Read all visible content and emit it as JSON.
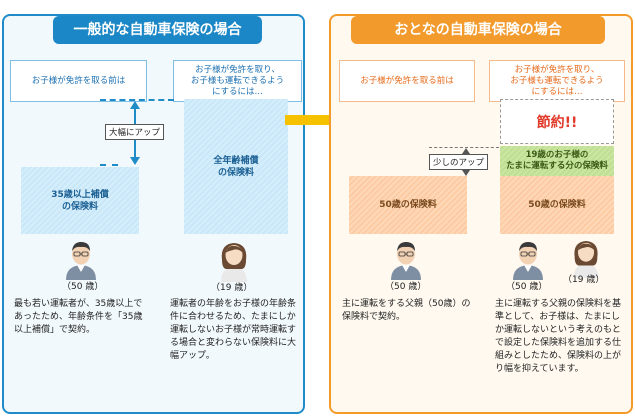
{
  "left": {
    "title": "一般的な自動車保険の場合",
    "box_before": "お子様が免許を取る前は",
    "box_after": "お子様が免許を取り、\nお子様も運転できるよう\nにするには…",
    "block_35": "35歳以上補償\nの保険料",
    "block_all": "全年齢補償\nの保険料",
    "callout": "大幅にアップ",
    "age_father": "（50 歳）",
    "age_child": "（19 歳）",
    "desc_before": "最も若い運転者が、35歳以上であったため、年齢条件を「35歳以上補償」で契約。",
    "desc_after": "運転者の年齢をお子様の年齢条件に合わせるため、たまにしか運転しないお子様が常時運転する場合と変わらない保険料に大幅アップ。"
  },
  "right": {
    "title": "おとなの自動車保険の場合",
    "box_before": "お子様が免許を取る前は",
    "box_after": "お子様が免許を取り、\nお子様も運転できるよう\nにするには…",
    "block_50_before": "50歳の保険料",
    "block_50_after": "50歳の保険料",
    "block_child": "19歳のお子様の\nたまに運転する分の保険料",
    "savings": "節約!!",
    "callout": "少しのアップ",
    "age_father_before": "（50 歳）",
    "age_father_after": "（50 歳）",
    "age_child": "（19 歳）",
    "desc_before": "主に運転をする父親（50歳）の保険料で契約。",
    "desc_after": "主に運転する父親の保険料を基準として、お子様は、たまにしか運転しないという考えのもとで設定した保険料を追加する仕組みとしたため、保険料の上がり幅を抑えています。"
  },
  "colors": {
    "blue": "#1f8cc8",
    "orange": "#f29a2c",
    "arrow": "#f6c200",
    "savings_red": "#e23a2a"
  }
}
